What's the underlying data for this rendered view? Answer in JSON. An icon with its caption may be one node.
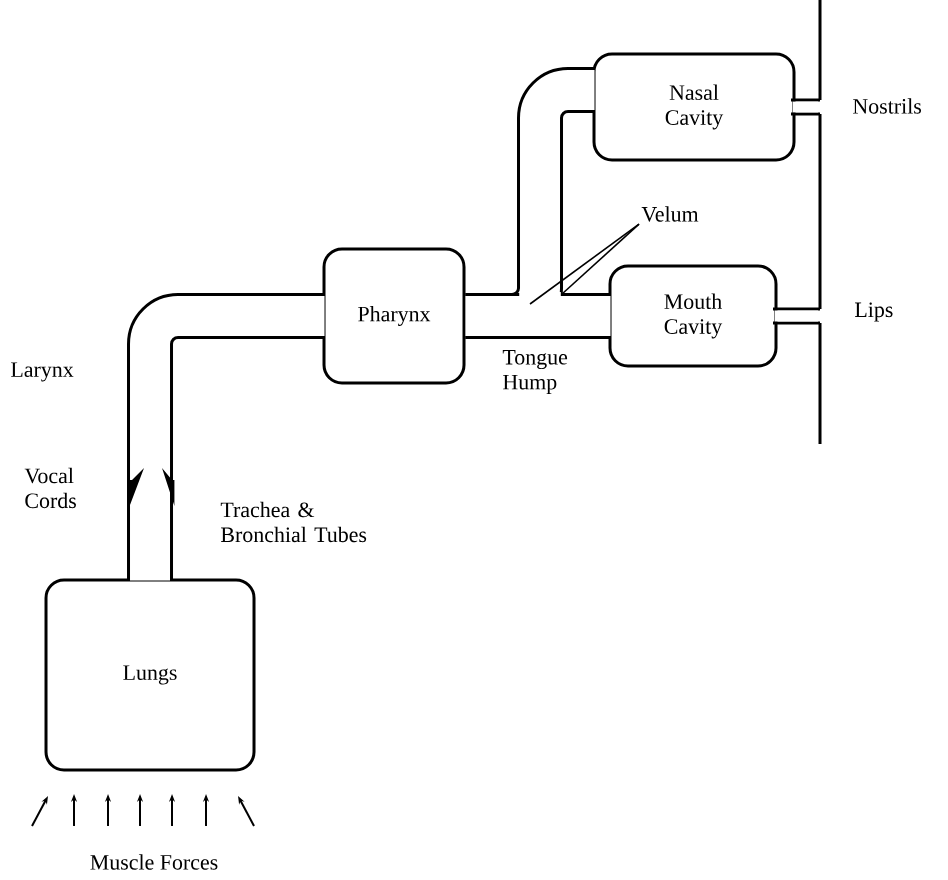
{
  "diagram": {
    "nodes": [
      {
        "text": [
          "Lungs"
        ]
      },
      {
        "text": [
          "Pharynx"
        ]
      },
      {
        "text": [
          "Nasal Cavity"
        ]
      },
      {
        "text": [
          "Mouth Cavity"
        ]
      },
      {
        "text": [
          "Velum"
        ]
      }
    ],
    "edges": [
      {
        "from": 0,
        "to": 1,
        "arrow": "none"
      },
      {
        "from": 1,
        "to": 3,
        "arrow": "none"
      },
      {
        "from": 1,
        "to": 2,
        "arrow": "none"
      },
      {
        "from": 4,
        "to": null,
        "arrow": "none"
      },
      {
        "from": 4,
        "to": null,
        "arrow": "none"
      }
    ],
    "labels": [
      "Nostrils",
      "Lips",
      "Tongue Hump",
      "Larynx",
      "Vocal Cords",
      "Trachea & Bronchial Tubes",
      "Muscle Forces"
    ]
  }
}
